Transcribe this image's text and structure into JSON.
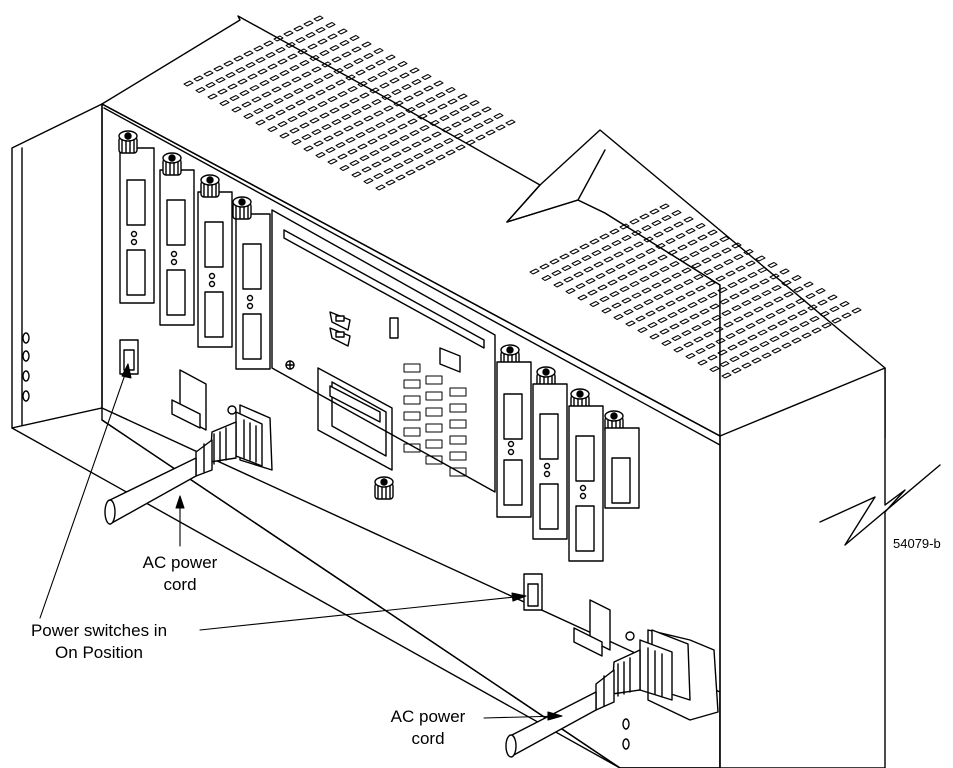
{
  "figure": {
    "id": "54079-b",
    "callouts": {
      "ac_cord_left": {
        "line1": "AC power",
        "line2": "cord"
      },
      "power_switches": {
        "line1": "Power switches in",
        "line2": "On Position"
      },
      "ac_cord_right": {
        "line1": "AC power",
        "line2": "cord"
      }
    }
  },
  "icons": {
    "thumbscrew": "thumbscrew-icon",
    "vent": "vent-hole-icon",
    "switch": "rocker-switch-icon",
    "plug": "power-plug-icon"
  }
}
